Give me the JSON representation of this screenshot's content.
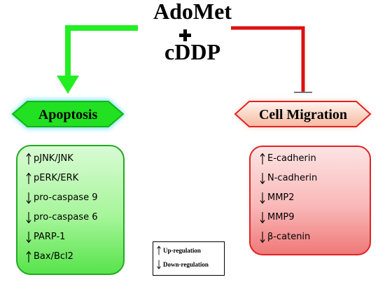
{
  "title": {
    "line1": "AdoMet",
    "plus": "+",
    "line2": "cDDP"
  },
  "left_branch": {
    "label": "Apoptosis",
    "connector": "arrow",
    "color": "#22ee22",
    "items": [
      {
        "direction": "up",
        "text": "pJNK/JNK"
      },
      {
        "direction": "up",
        "text": "pERK/ERK"
      },
      {
        "direction": "down",
        "text": "pro-caspase 9"
      },
      {
        "direction": "down",
        "text": "pro-caspase 6"
      },
      {
        "direction": "down",
        "text": "PARP-1"
      },
      {
        "direction": "up",
        "text": "Bax/Bcl2"
      }
    ]
  },
  "right_branch": {
    "label": "Cell Migration",
    "connector": "inhibition",
    "color": "#dd1111",
    "items": [
      {
        "direction": "up",
        "text": "E-cadherin"
      },
      {
        "direction": "down",
        "text": "N-cadherin"
      },
      {
        "direction": "down",
        "text": "MMP2"
      },
      {
        "direction": "down",
        "text": "MMP9"
      },
      {
        "direction": "down",
        "text": "β-catenin"
      }
    ]
  },
  "legend": [
    {
      "direction": "up",
      "text": "Up-regulation"
    },
    {
      "direction": "down",
      "text": "Down-regulation"
    }
  ]
}
